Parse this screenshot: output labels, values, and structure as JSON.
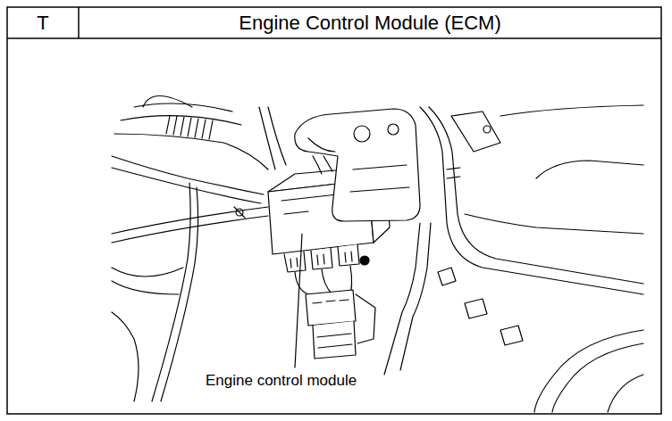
{
  "diagram": {
    "title": "Engine Control Module (ECM)",
    "labels": [
      "T",
      "Engine control module"
    ]
  }
}
